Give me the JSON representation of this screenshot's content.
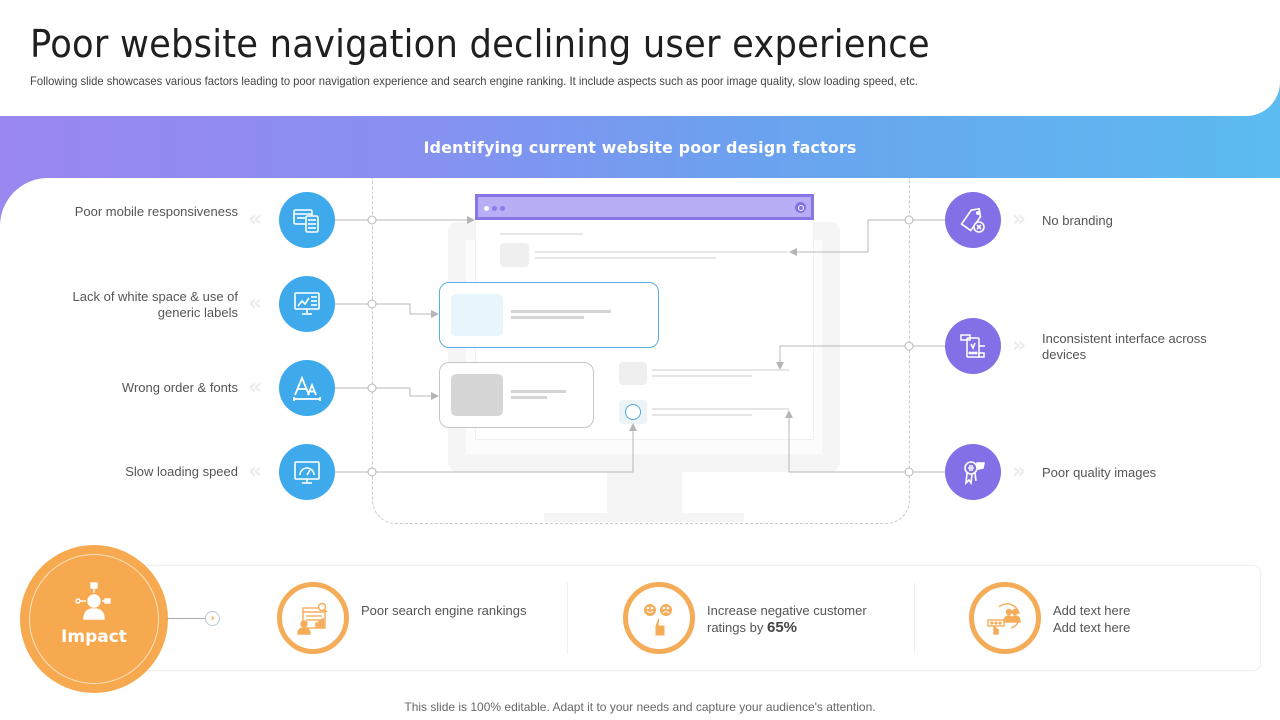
{
  "header": {
    "title": "Poor website navigation declining user experience",
    "subtitle": "Following slide showcases various factors leading to poor navigation experience and search engine ranking. It include aspects such as poor image quality, slow loading speed, etc."
  },
  "banner": {
    "title": "Identifying current website poor design factors",
    "gradient": [
      "#9a87ef",
      "#5cbcf0"
    ]
  },
  "colors": {
    "left_icons": "#3eaaeb",
    "right_icons": "#8470e6",
    "impact": "#f7a94f",
    "browser_bar": "#b7aef5"
  },
  "factors_left": [
    {
      "label": "Poor mobile responsiveness",
      "icon": "mobile-responsive-icon"
    },
    {
      "label": "Lack of white space & use of generic labels",
      "icon": "monitor-chart-icon"
    },
    {
      "label": "Wrong order & fonts",
      "icon": "font-size-icon"
    },
    {
      "label": "Slow loading speed",
      "icon": "speedometer-monitor-icon"
    }
  ],
  "factors_right": [
    {
      "label": "No branding",
      "icon": "brand-tag-cross-icon"
    },
    {
      "label": "Inconsistent interface across devices",
      "icon": "device-interface-icon"
    },
    {
      "label": "Poor quality images",
      "icon": "award-ribbon-icon"
    }
  ],
  "impact": {
    "label": "Impact",
    "items": [
      {
        "text": "Poor search engine rankings",
        "icon": "search-ranking-icon"
      },
      {
        "text_prefix": "Increase negative customer ratings by ",
        "highlight": "65%",
        "icon": "customer-feedback-icon"
      },
      {
        "line1": "Add text here",
        "line2": "Add text here",
        "icon": "rating-review-icon"
      }
    ]
  },
  "footer": {
    "text": "This slide is 100% editable. Adapt it to your needs and capture your audience's attention."
  }
}
